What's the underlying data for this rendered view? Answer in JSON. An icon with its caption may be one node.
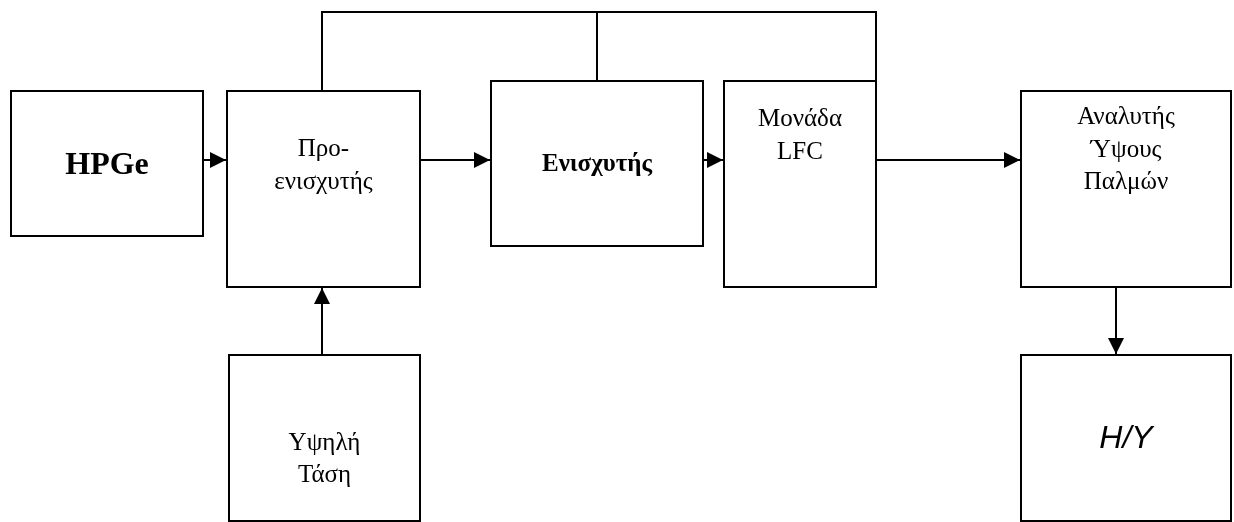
{
  "diagram": {
    "nodes": [
      {
        "text": [
          "HPGe"
        ]
      },
      {
        "text": [
          "Προ- ενισχυτής"
        ]
      },
      {
        "text": [
          "Ενισχυτής"
        ]
      },
      {
        "text": [
          "Μονάδα LFC"
        ]
      },
      {
        "text": [
          "Αναλυτής Ύψους Παλμών"
        ]
      },
      {
        "text": [
          "Υψηλή Τάση"
        ]
      },
      {
        "text": [
          "H/Y"
        ]
      }
    ],
    "edges": [
      {
        "from": 0,
        "to": 1,
        "arrow": "to"
      },
      {
        "from": 1,
        "to": 2,
        "arrow": "to"
      },
      {
        "from": 2,
        "to": 3,
        "arrow": "to"
      },
      {
        "from": 3,
        "to": 4,
        "arrow": "to"
      },
      {
        "from": 5,
        "to": 1,
        "arrow": "to"
      },
      {
        "from": 4,
        "to": 6,
        "arrow": "to"
      },
      {
        "from": 1,
        "to": 3,
        "arrow": "none"
      },
      {
        "from": 2,
        "to": 3,
        "arrow": "none"
      }
    ]
  }
}
